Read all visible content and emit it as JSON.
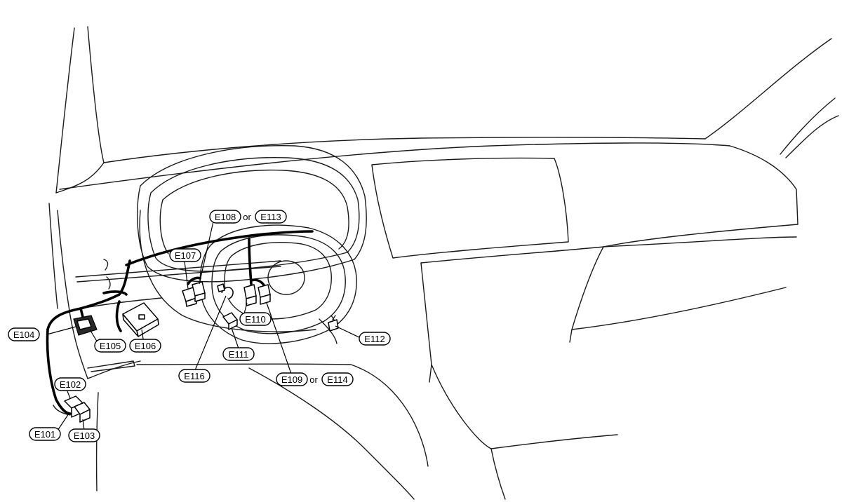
{
  "connectors": {
    "e101": "E101",
    "e102": "E102",
    "e103": "E103",
    "e104": "E104",
    "e105": "E105",
    "e106": "E106",
    "e107": "E107",
    "e108": "E108",
    "e109": "E109",
    "e110": "E110",
    "e111": "E111",
    "e112": "E112",
    "e113": "E113",
    "e114": "E114",
    "e116": "E116"
  },
  "conjunction": "or"
}
